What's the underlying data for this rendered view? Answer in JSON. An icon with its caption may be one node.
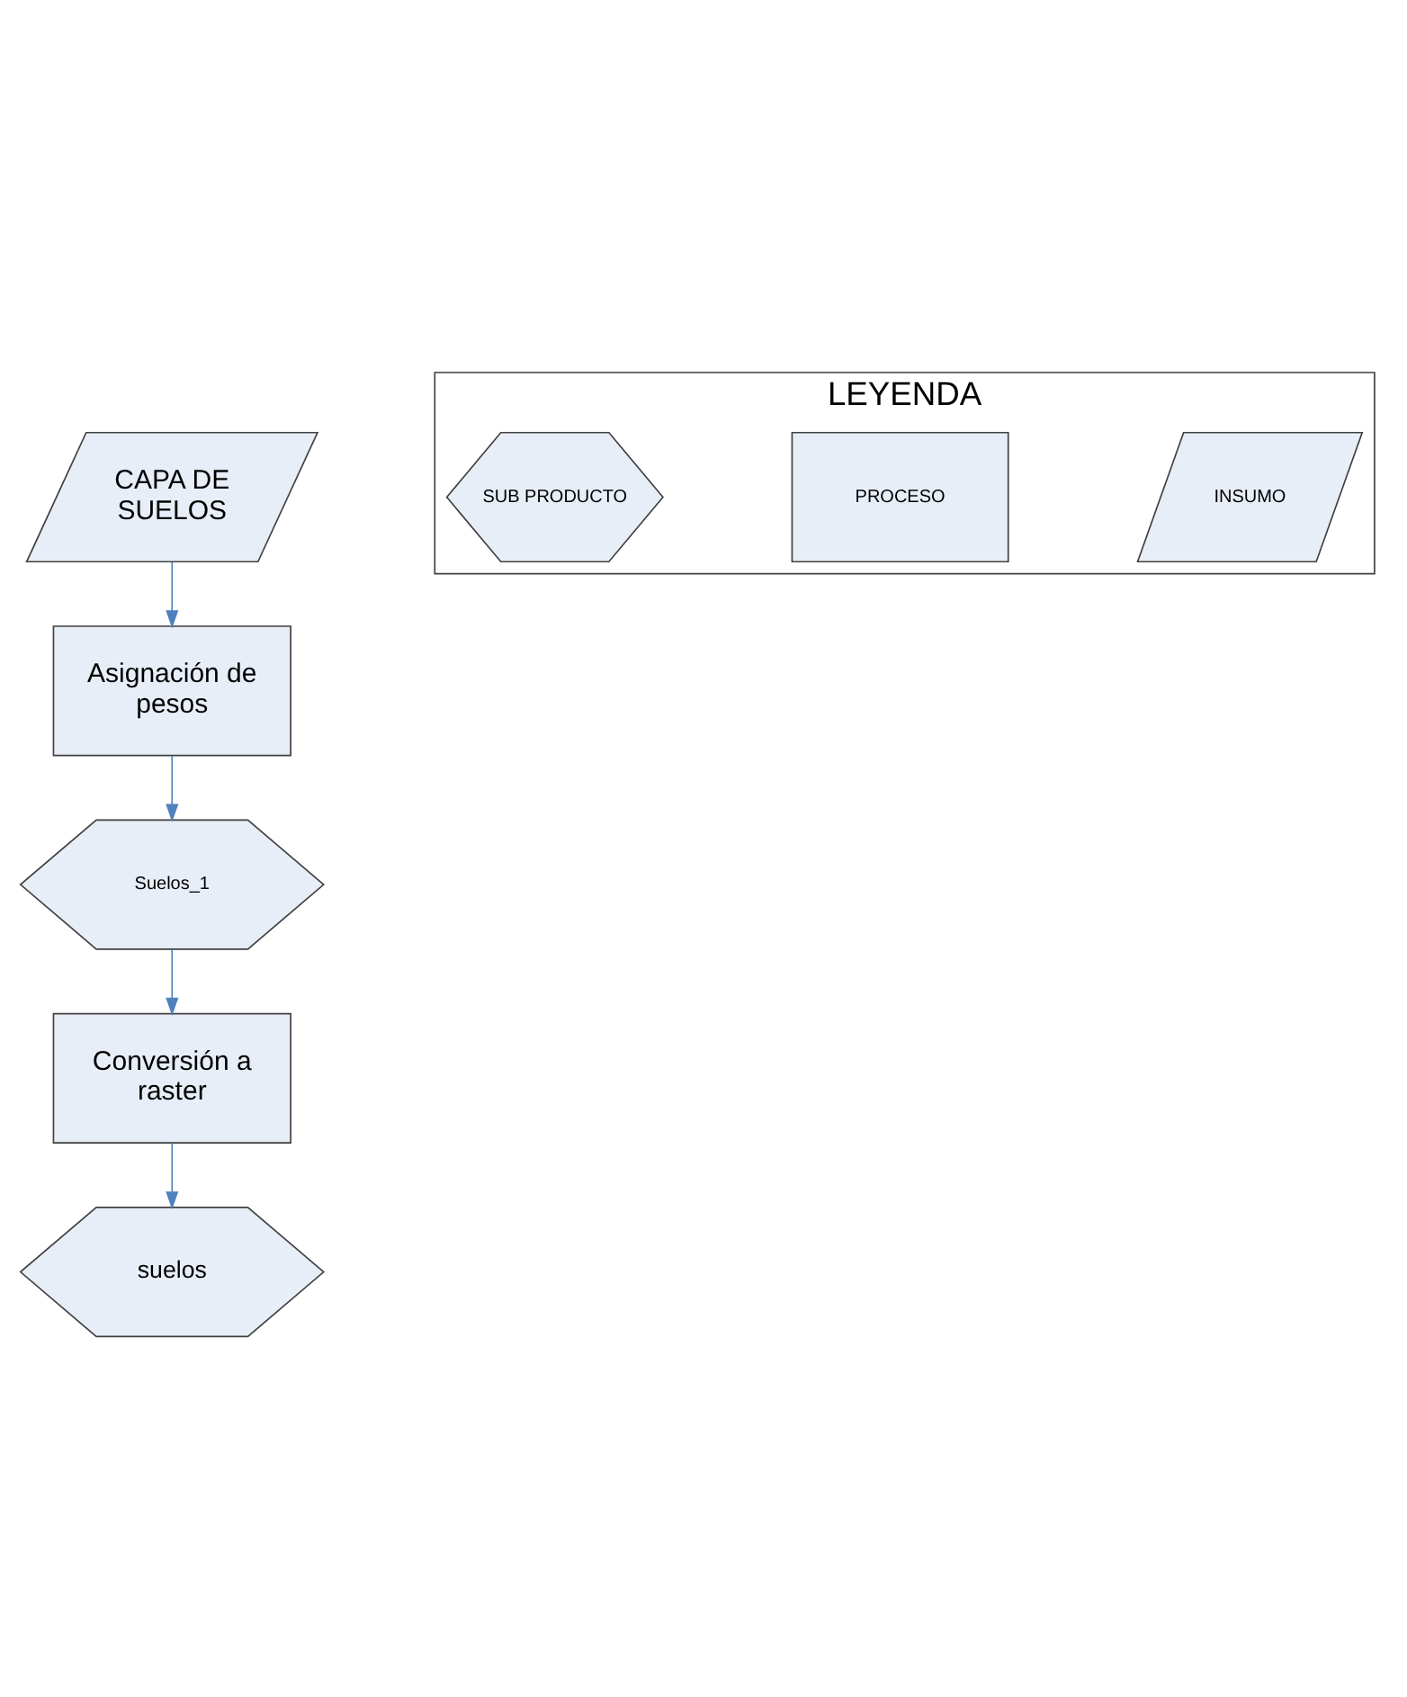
{
  "diagram": {
    "nodes": [
      {
        "text": [
          "CAPA DE SUELOS"
        ]
      },
      {
        "text": [
          "Asignación de pesos"
        ]
      },
      {
        "text": [
          "Suelos_1"
        ]
      },
      {
        "text": [
          "Conversión a raster"
        ]
      },
      {
        "text": [
          "suelos"
        ]
      },
      {
        "text": [
          "LEYENDA"
        ]
      },
      {
        "text": [
          "INSUMO"
        ],
        "in": 5
      },
      {
        "text": [
          "PROCESO"
        ],
        "in": 5
      },
      {
        "text": [
          "SUB PRODUCTO"
        ],
        "in": 5
      }
    ],
    "edges": [
      {
        "from": 0,
        "to": 1,
        "arrow": "to"
      },
      {
        "from": 1,
        "to": 2,
        "arrow": "to"
      },
      {
        "from": 2,
        "to": 3,
        "arrow": "to"
      },
      {
        "from": 3,
        "to": 4,
        "arrow": "to"
      }
    ]
  }
}
